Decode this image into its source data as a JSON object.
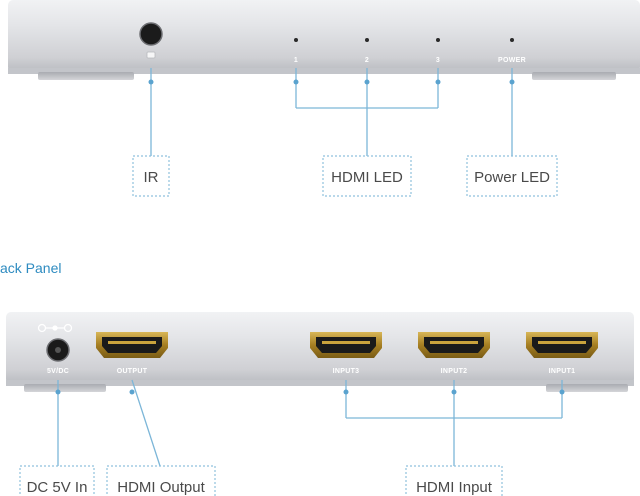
{
  "section_title": "ack Panel",
  "front_panel": {
    "led_labels": [
      "1",
      "2",
      "3"
    ],
    "power_label": "POWER",
    "callouts": {
      "ir": "IR",
      "hdmi_led": "HDMI LED",
      "power_led": "Power LED"
    }
  },
  "back_panel": {
    "port_labels": {
      "dc": "5V/DC",
      "output": "OUTPUT",
      "input3": "INPUT3",
      "input2": "INPUT2",
      "input1": "INPUT1"
    },
    "callouts": {
      "dc_in": "DC 5V In",
      "hdmi_output": "HDMI Output",
      "hdmi_input": "HDMI Input"
    }
  },
  "colors": {
    "accent": "#2e8bc0",
    "device_body": "#dcdde0",
    "device_shadow": "#9a9ca2",
    "port_gold": "#b08a2a",
    "callout_border": "#8fc1dd",
    "text": "#4a4a4a"
  }
}
